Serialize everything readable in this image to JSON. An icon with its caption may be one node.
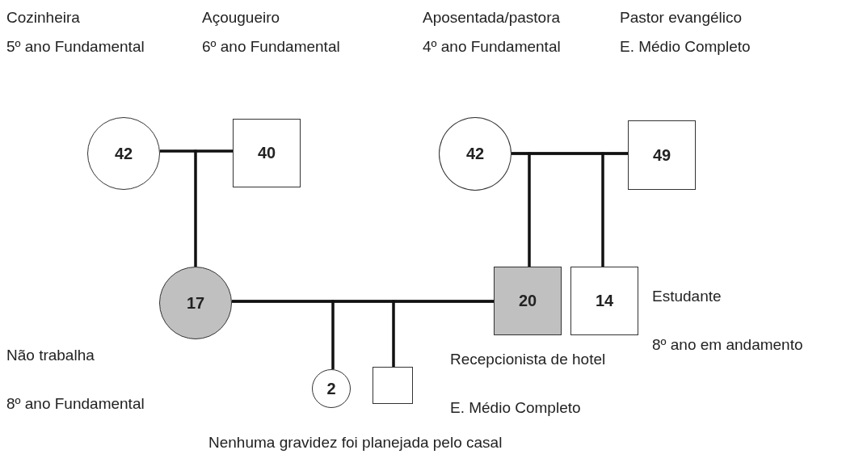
{
  "diagram": {
    "nodes": [
      {
        "text": [
          "42"
        ],
        "beside": [
          "Cozinheira",
          "5º ano Fundamental"
        ]
      },
      {
        "text": [
          "40"
        ],
        "beside": [
          "Açougueiro",
          "6º ano Fundamental"
        ]
      },
      {
        "text": [
          "42"
        ],
        "beside": [
          "Aposentada/pastora",
          "4º ano Fundamental"
        ]
      },
      {
        "text": [
          "49"
        ],
        "beside": [
          "Pastor evangélico",
          "E. Médio Completo"
        ]
      },
      {
        "text": [
          "17"
        ],
        "beside": [
          "Não trabalha",
          "8º ano Fundamental"
        ]
      },
      {
        "text": [
          "20"
        ],
        "beside": [
          "Recepcionista de hotel",
          "E. Médio Completo"
        ]
      },
      {
        "text": [
          "14"
        ],
        "beside": [
          "Estudante",
          "8º ano em andamento"
        ]
      },
      {
        "text": [
          "2"
        ]
      },
      {
        "text": [],
        "shape": "box"
      }
    ],
    "edges": [
      {
        "from": 0,
        "to": 1,
        "arrow": "none"
      },
      {
        "from": 0,
        "to": 4,
        "arrow": "none"
      },
      {
        "from": 1,
        "to": 4,
        "arrow": "none"
      },
      {
        "from": 2,
        "to": 3,
        "arrow": "none"
      },
      {
        "from": 2,
        "to": 5,
        "arrow": "none"
      },
      {
        "from": 3,
        "to": 5,
        "arrow": "none"
      },
      {
        "from": 2,
        "to": 6,
        "arrow": "none"
      },
      {
        "from": 3,
        "to": 6,
        "arrow": "none"
      },
      {
        "from": 4,
        "to": 5,
        "arrow": "none"
      },
      {
        "from": 4,
        "to": 7,
        "arrow": "none"
      },
      {
        "from": 5,
        "to": 7,
        "arrow": "none"
      },
      {
        "from": 4,
        "to": 8,
        "arrow": "none"
      },
      {
        "from": 5,
        "to": 8,
        "arrow": "none"
      }
    ],
    "labels": [
      "Nenhuma gravidez foi planejada pelo casal"
    ]
  }
}
